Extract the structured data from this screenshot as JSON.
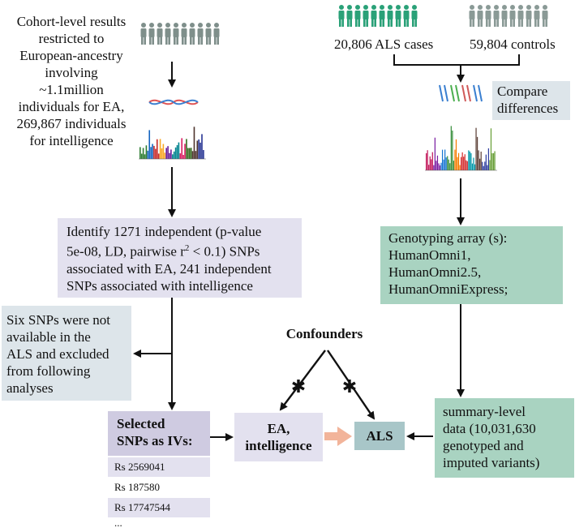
{
  "left_top": {
    "lines": [
      "Cohort-level results",
      "restricted  to",
      "European-ancestry",
      "involving",
      "~1.1million",
      "individuals for EA,",
      "269,867 individuals",
      "for intelligence"
    ]
  },
  "right_top": {
    "cases_label": "20,806 ALS cases",
    "controls_label": "59,804 controls",
    "compare_lines": [
      "Compare",
      "differences"
    ]
  },
  "identify_box": {
    "lines": [
      "Identify 1271 independent (p-value",
      "5e-08, LD, pairwise r",
      "2",
      " < 0.1) SNPs",
      "associated with EA, 241 independent",
      "SNPs associated with intelligence"
    ]
  },
  "genotyping_box": {
    "lines": [
      "Genotyping array (s):",
      "HumanOmni1,",
      "HumanOmni2.5,",
      "HumanOmniExpress;"
    ]
  },
  "excluded_box": {
    "lines": [
      "Six SNPs were not",
      "available in the",
      "ALS and excluded",
      "from following",
      "analyses"
    ]
  },
  "confounders_label": "Confounders",
  "exposure_box": {
    "lines": [
      "EA,",
      "intelligence"
    ]
  },
  "outcome_box": {
    "label": "ALS"
  },
  "summary_box": {
    "lines": [
      "summary-level",
      "data (10,031,630",
      "genotyped and",
      "imputed variants)"
    ]
  },
  "selected_box": {
    "lines": [
      "Selected",
      "SNPs as IVs:"
    ],
    "snps": [
      "Rs 2569041",
      "Rs 187580",
      "Rs 17747544",
      "..."
    ]
  },
  "colors": {
    "cases_green": "#2aa178",
    "controls_gray": "#8a9a96",
    "cohort_gray": "#7f8f8b",
    "lavender": "#e3e1ef",
    "green_box": "#a9d3c1",
    "teal_box": "#a8c6c8",
    "arrow_orange": "#f2b49a"
  }
}
